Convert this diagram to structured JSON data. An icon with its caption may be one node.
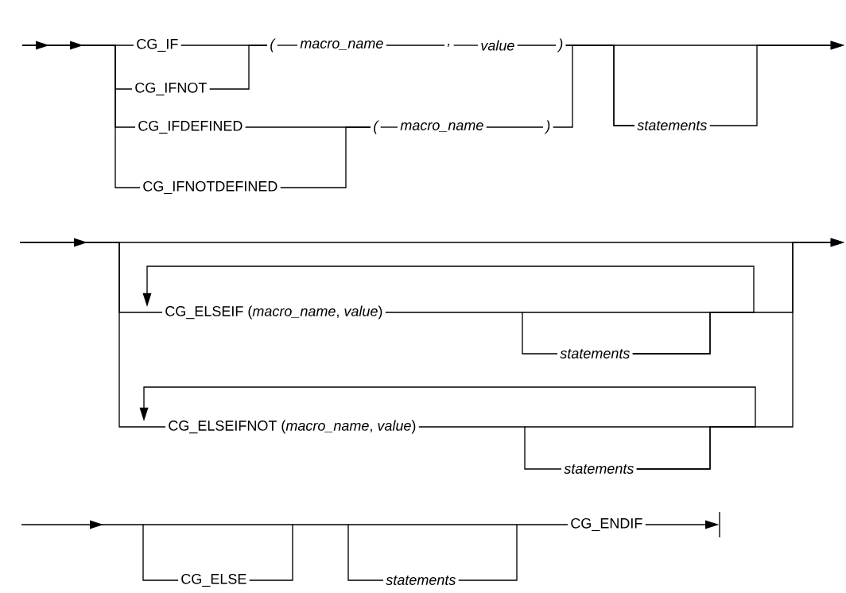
{
  "diagram": {
    "nodes": [
      {
        "text": [
          "CG_IF"
        ]
      },
      {
        "text": [
          "CG_IFNOT"
        ]
      },
      {
        "text": [
          "CG_IFDEFINED"
        ]
      },
      {
        "text": [
          "CG_IFNOTDEFINED"
        ]
      },
      {
        "text": [
          "("
        ]
      },
      {
        "text": [
          "macro_name"
        ]
      },
      {
        "text": [
          ","
        ]
      },
      {
        "text": [
          "value"
        ]
      },
      {
        "text": [
          ")"
        ]
      },
      {
        "text": [
          "("
        ]
      },
      {
        "text": [
          "macro_name"
        ]
      },
      {
        "text": [
          ")"
        ]
      },
      {
        "text": [
          "statements"
        ]
      },
      {
        "text": [
          "CG_ELSEIF (*macro_name*, *value*)"
        ]
      },
      {
        "text": [
          "statements"
        ]
      },
      {
        "text": [
          "CG_ELSEIFNOT (*macro_name*, *value*)"
        ]
      },
      {
        "text": [
          "statements"
        ]
      },
      {
        "text": [
          "CG_ELSE"
        ]
      },
      {
        "text": [
          "statements"
        ]
      },
      {
        "text": [
          "CG_ENDIF"
        ]
      },
      {
        "text": [],
        "shape": "bar"
      }
    ],
    "edges": [
      {
        "from": null,
        "to": 0,
        "arrow": "none"
      },
      {
        "from": null,
        "to": 1,
        "arrow": "none"
      },
      {
        "from": null,
        "to": 2,
        "arrow": "none"
      },
      {
        "from": null,
        "to": 3,
        "arrow": "none"
      },
      {
        "from": 0,
        "to": 4,
        "arrow": "none"
      },
      {
        "from": 1,
        "to": 4,
        "arrow": "none"
      },
      {
        "from": 4,
        "to": 5,
        "arrow": "none"
      },
      {
        "from": 5,
        "to": 6,
        "arrow": "none"
      },
      {
        "from": 6,
        "to": 7,
        "arrow": "none"
      },
      {
        "from": 7,
        "to": 8,
        "arrow": "none"
      },
      {
        "from": 2,
        "to": 9,
        "arrow": "none"
      },
      {
        "from": 3,
        "to": 9,
        "arrow": "none"
      },
      {
        "from": 9,
        "to": 10,
        "arrow": "none"
      },
      {
        "from": 10,
        "to": 11,
        "arrow": "none"
      },
      {
        "from": 8,
        "to": 12,
        "arrow": "none"
      },
      {
        "from": 11,
        "to": 12,
        "arrow": "none"
      },
      {
        "from": 12,
        "to": null,
        "arrow": "to"
      },
      {
        "from": 8,
        "to": null,
        "arrow": "to"
      },
      {
        "from": null,
        "to": 13,
        "arrow": "none"
      },
      {
        "from": null,
        "to": 15,
        "arrow": "none"
      },
      {
        "from": 13,
        "to": 14,
        "arrow": "none"
      },
      {
        "from": 14,
        "to": 13,
        "arrow": "to"
      },
      {
        "from": 14,
        "to": null,
        "arrow": "to"
      },
      {
        "from": 15,
        "to": 16,
        "arrow": "none"
      },
      {
        "from": 16,
        "to": 15,
        "arrow": "to"
      },
      {
        "from": 16,
        "to": null,
        "arrow": "to"
      },
      {
        "from": null,
        "to": 17,
        "arrow": "none"
      },
      {
        "from": 17,
        "to": 18,
        "arrow": "none"
      },
      {
        "from": 18,
        "to": 19,
        "arrow": "none"
      },
      {
        "from": 19,
        "to": 20,
        "arrow": "to"
      }
    ]
  }
}
